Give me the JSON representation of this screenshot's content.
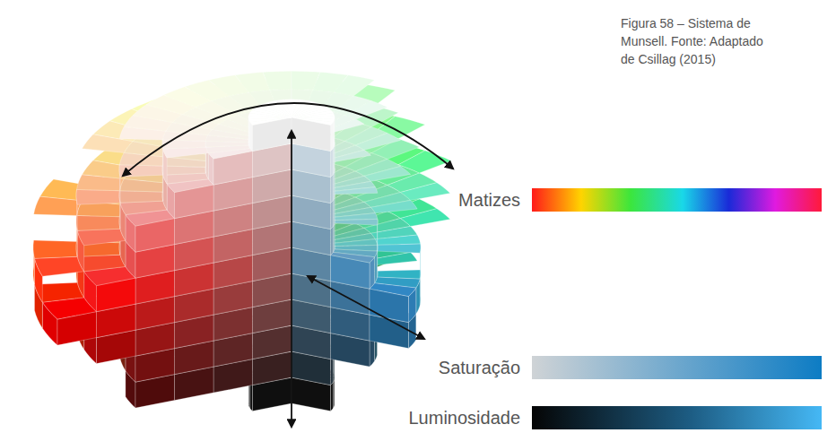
{
  "diagram": {
    "caption": "Figura 58 – Sistema de Munsell. Fonte: Adaptado de Csillag (2015)",
    "labels": [
      "Matizes",
      "Saturação",
      "Luminosidade"
    ]
  }
}
